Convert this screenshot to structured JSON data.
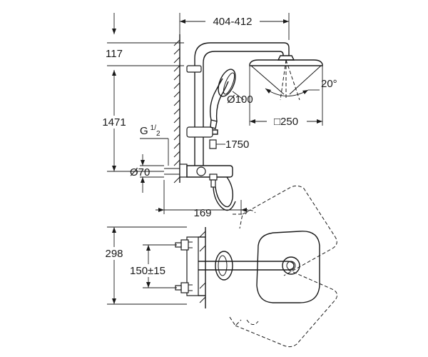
{
  "dimensions": {
    "width_range": "404-412",
    "arm_height": "117",
    "total_height": "1471",
    "head_tilt": "20°",
    "handshower_diameter": "Ø100",
    "head_size": "□250",
    "thread": "G",
    "thread_sup": "1",
    "thread_sub": "2",
    "rail_height": "1750",
    "outlet_diameter": "Ø70",
    "projection": "169",
    "depth": "298",
    "centers": "150±15"
  },
  "colors": {
    "line": "#1a1a1a",
    "background": "#ffffff"
  }
}
